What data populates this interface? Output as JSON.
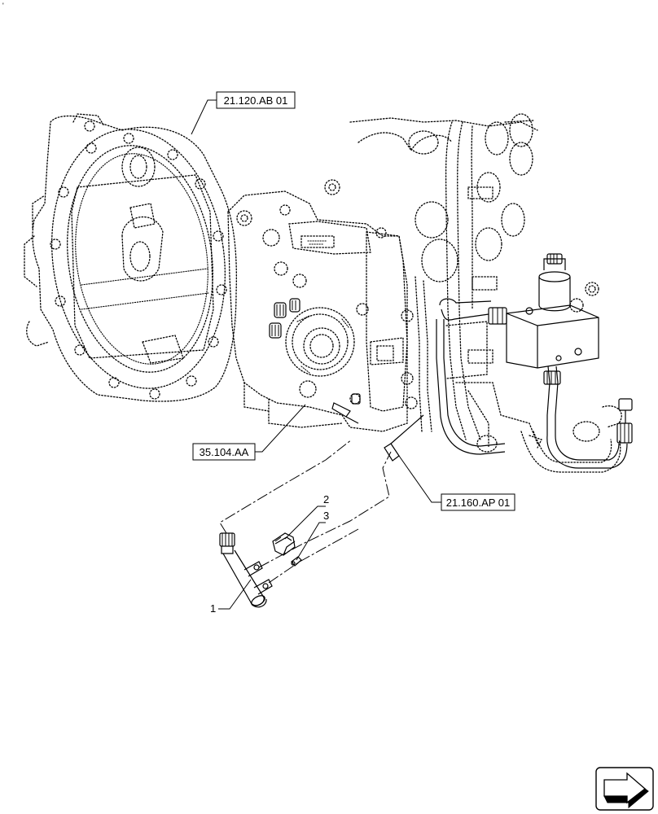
{
  "diagram": {
    "reference_labels": {
      "flywheel_housing": "21.120.AB 01",
      "pump_drive": "35.104.AA",
      "fitting": "21.160.AP 01"
    },
    "callouts": {
      "item1": "1",
      "item2": "2",
      "item3": "3"
    },
    "corner_mark": "'",
    "navigation_icon": "next-page-arrow-icon"
  }
}
